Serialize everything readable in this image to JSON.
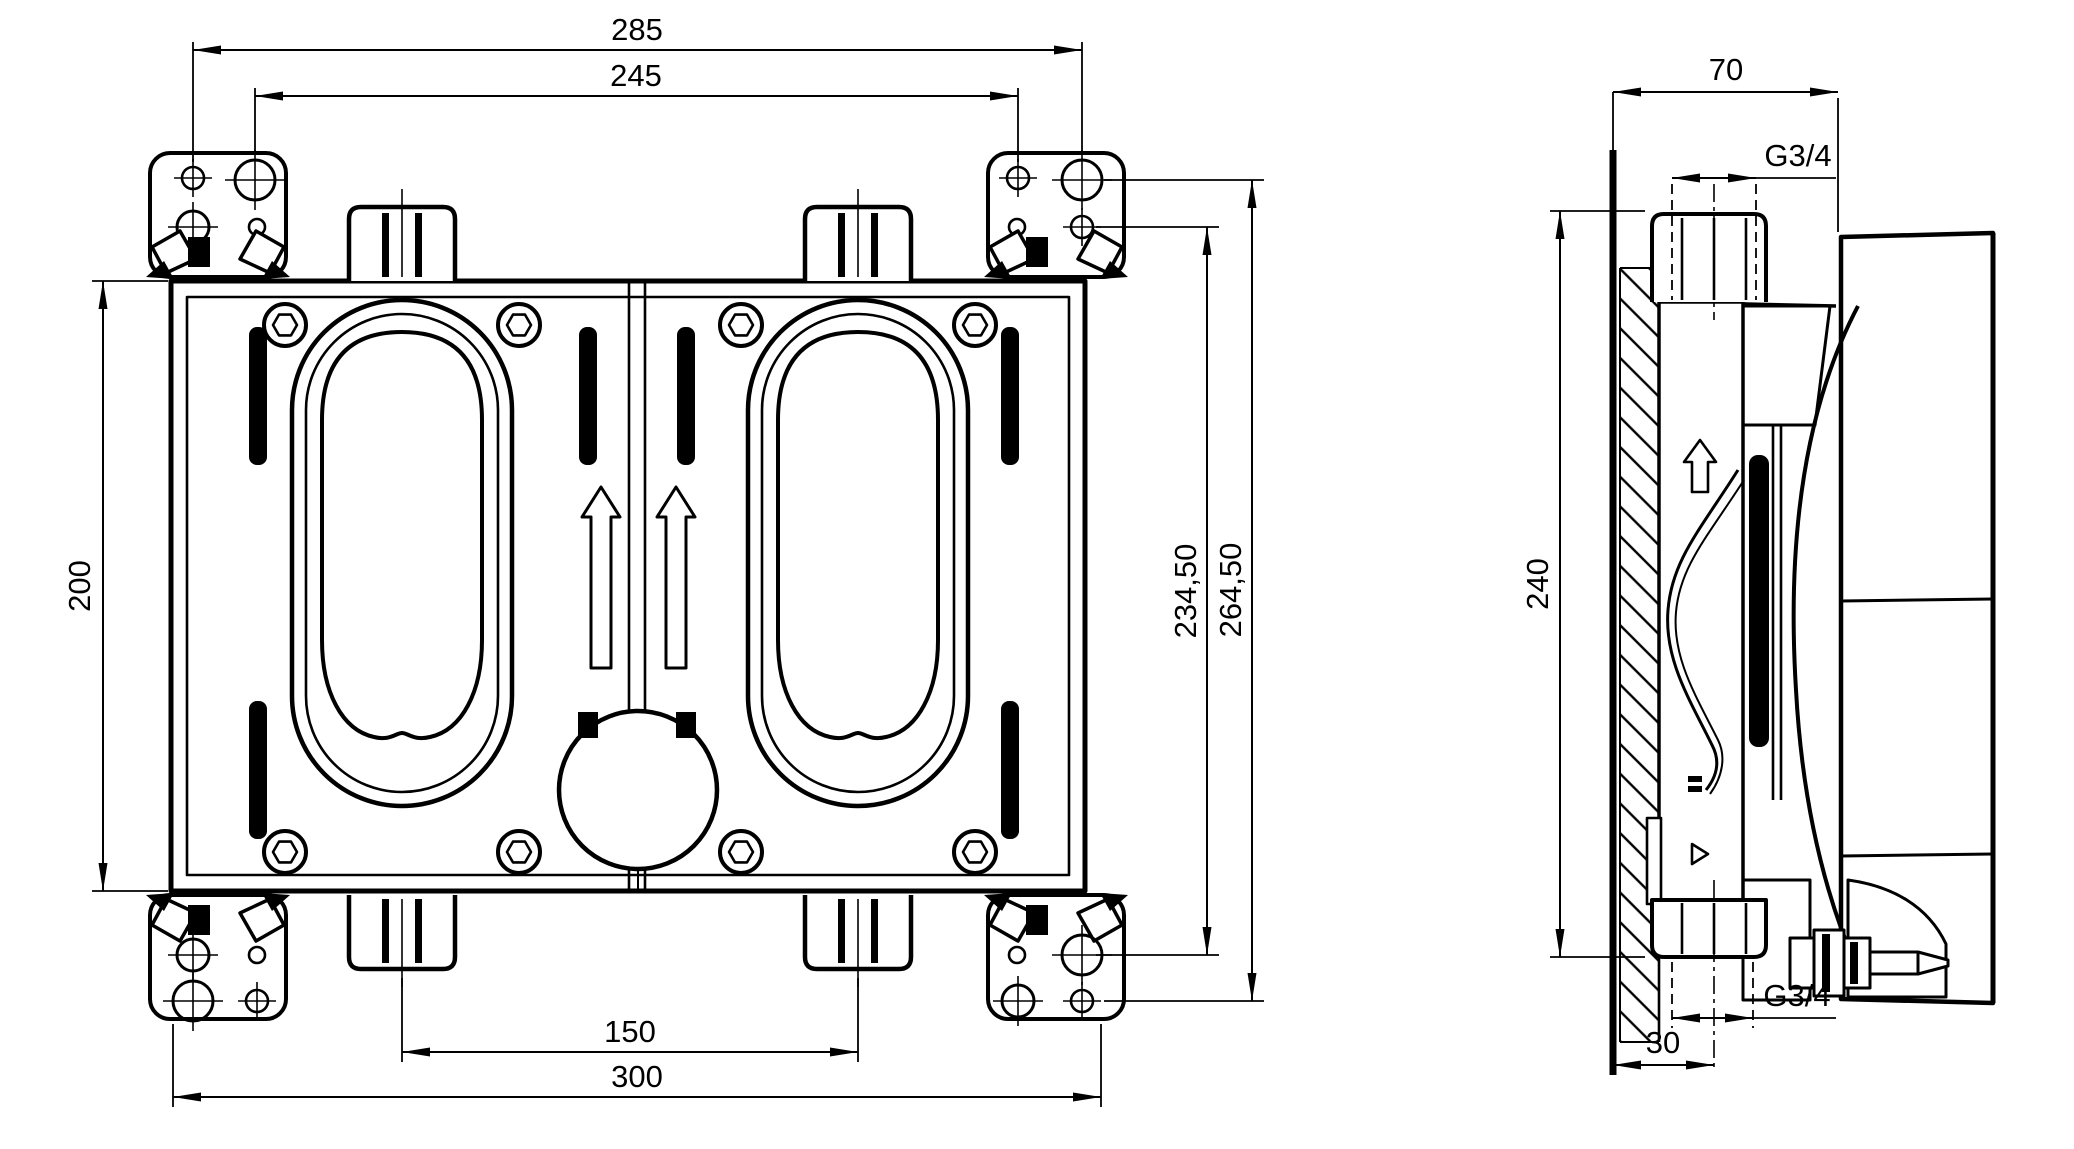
{
  "drawing": {
    "front_view": {
      "dims": {
        "outer_mount_width": "285",
        "inner_mount_width": "245",
        "body_height": "200",
        "mount_height_inner": "234,50",
        "mount_height_outer": "264,50",
        "connection_spacing": "150",
        "body_width": "300"
      }
    },
    "side_view": {
      "dims": {
        "depth": "70",
        "thread_top": "G3/4",
        "height": "240",
        "thread_bottom": "G3/4",
        "wall_offset": "30"
      }
    },
    "colors": {
      "line": "#000000",
      "background": "#ffffff"
    }
  }
}
